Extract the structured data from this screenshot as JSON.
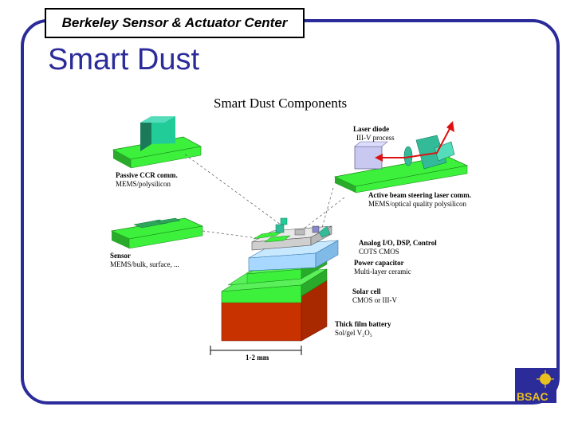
{
  "header": {
    "org": "Berkeley Sensor & Actuator Center"
  },
  "slide": {
    "title": "Smart Dust"
  },
  "figure": {
    "title": "Smart Dust Components",
    "passive_ccr": {
      "name": "Passive CCR comm.",
      "detail": "MEMS/polysilicon"
    },
    "sensor": {
      "name": "Sensor",
      "detail": "MEMS/bulk, surface, ..."
    },
    "laser_diode": {
      "name": "Laser diode",
      "detail": "III-V process"
    },
    "beam_steering": {
      "name": "Active beam steering laser comm.",
      "detail": "MEMS/optical quality polysilicon"
    },
    "analog": {
      "name": "Analog I/O, DSP, Control",
      "detail": "COTS CMOS"
    },
    "capacitor": {
      "name": "Power capacitor",
      "detail": "Multi-layer ceramic"
    },
    "solar": {
      "name": "Solar cell",
      "detail": "CMOS or III-V"
    },
    "battery": {
      "name": "Thick film battery",
      "detail": "Sol/gel V₂O₅"
    },
    "scale": {
      "label": "1-2 mm"
    }
  },
  "logo": {
    "text": "BSAC"
  },
  "colors": {
    "frame": "#2b2b9a",
    "title": "#2b2b9a",
    "green": "#3cf03c",
    "battery": "#c83200",
    "capacitor": "#a8d8ff",
    "laser_block": "#c8c8f0",
    "mirror": "#33bb99"
  },
  "icons": [
    "laser-arrow-icon",
    "bsac-logo-icon"
  ]
}
